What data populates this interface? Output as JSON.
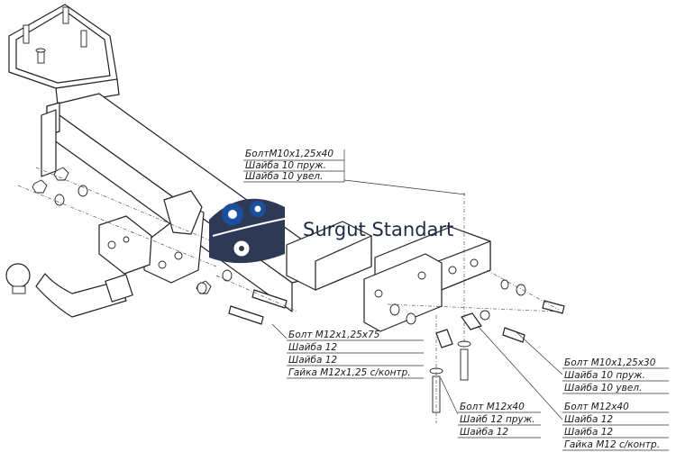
{
  "watermark": {
    "text": "Surgut Standart",
    "colors": {
      "gear": "#1a4fa0",
      "wheel": "#2e3a55",
      "text": "#1f2a44"
    }
  },
  "callouts": [
    {
      "id": "top",
      "lines": [
        "БолтM10x1,25x40",
        "Шайба 10 пруж.",
        "Шайба 10 увел."
      ]
    },
    {
      "id": "left-bottom",
      "lines": [
        "Болт M12x1,25x75",
        "Шайба 12",
        "Шайба 12",
        "Гайка M12x1,25 c/контр."
      ]
    },
    {
      "id": "middle-bottom",
      "lines": [
        "Болт M12x40",
        "Шайб 12 пруж.",
        "Шайба 12"
      ]
    },
    {
      "id": "right-top",
      "lines": [
        "Болт M10x1,25x30",
        "Шайба 10 пруж.",
        "Шайба 10 увел."
      ]
    },
    {
      "id": "right-bottom",
      "lines": [
        "Болт M12x40",
        "Шайба 12",
        "Шайба 12",
        "Гайка M12 c/контр."
      ]
    }
  ]
}
